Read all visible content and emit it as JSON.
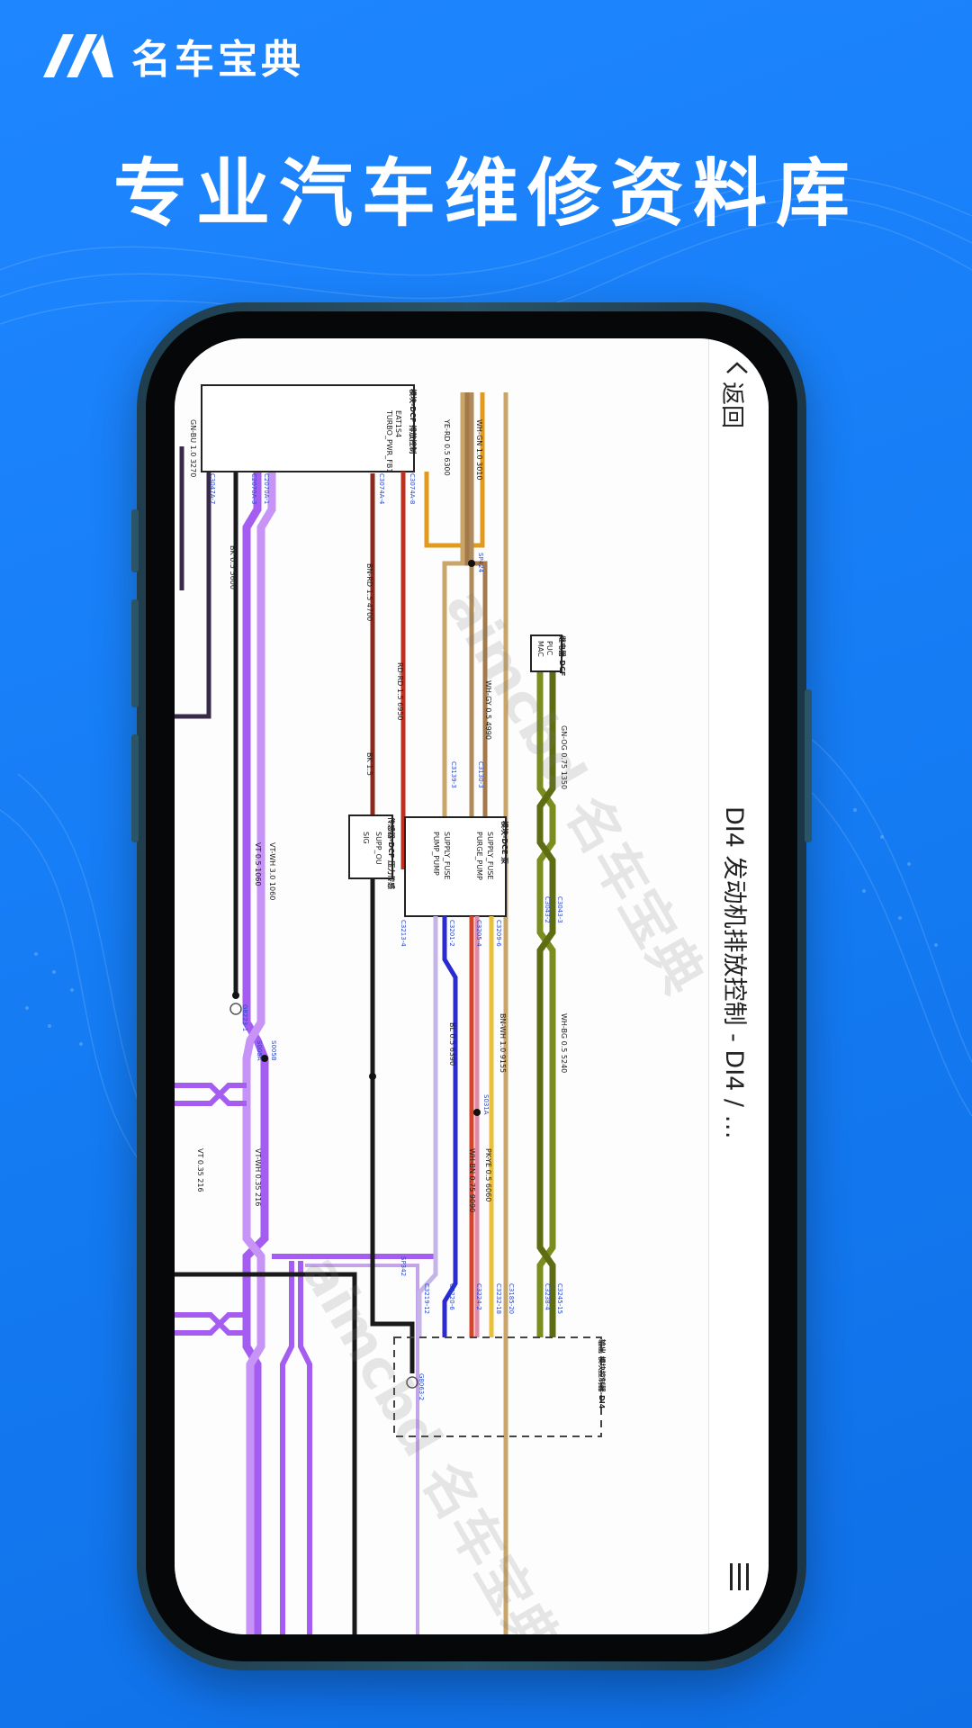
{
  "brand": {
    "name": "名车宝典",
    "logo_icon": "mc-logo-icon"
  },
  "headline": "专业汽车维修资料库",
  "app": {
    "back_label": "返回",
    "doc_title": "DI4 发动机排放控制 - DI4 / …",
    "menu_icon": "menu-icon"
  },
  "diagram": {
    "watermark_text": "aimcbd 名车宝典",
    "top_box_title": "模块-DCF 排放控制",
    "top_box_lines": [
      "EAT1S4",
      "TURBO_PWR_FB1"
    ],
    "sensor_box_title": "传感器-DCF 压力传感",
    "sensor_box_lines": [
      "SUPP_OU",
      "SIG"
    ],
    "module_box_title": "模块-DCE 泵",
    "module_box_lines": [
      "SUPPLY_FUSE",
      "PURGE_PUMP",
      "SUPPLY_FUSE",
      "PUMP_PUMP"
    ],
    "relay_box_title": "继电器-DCF",
    "relay_box_lines": [
      "PUC",
      "MAC"
    ],
    "bottom_box_title": "输出 模块控制器-DI4",
    "wire_labels": [
      "WH-GN 1.0 3010",
      "YE-RD 0.5 6300",
      "BN-RD 1.5 4700",
      "RD-RD 1.5 6950",
      "BK 1.5",
      "VT-WH 3.0 1060",
      "VT 0.5 1060",
      "BK 0.5 5600",
      "GN-BU 1.0 3270",
      "PK-YE 0.5 6060",
      "WH-BN 0.75 9090",
      "BN-WH 1.0 9155",
      "WH-BG 0.5 5240",
      "GN-OG 0.75 1350",
      "WH-GY 0.5 4990",
      "BL 0.5 6390",
      "VT-WH 0.35 216",
      "VT 0.35 216"
    ],
    "connector_labels": [
      "C2070A-1",
      "C2070A-3",
      "C3047A-7",
      "C3074A-4",
      "C3074A-8",
      "C3139-3",
      "C3130-3",
      "C3043-2",
      "C3043-3",
      "C3185-20",
      "C3201-2",
      "C3205-4",
      "C3209-6",
      "C3213-4",
      "C3219-12",
      "C3220-6",
      "C3224-2",
      "C3232-18",
      "C3238-4",
      "C3245-15"
    ],
    "splice_labels": [
      "SP424",
      "S005A",
      "S005B",
      "SP342",
      "S031A"
    ],
    "ground_labels": [
      "G8223-1",
      "G8063-2"
    ]
  },
  "colors": {
    "background": "#147bf3",
    "wire_purple": "#a55cf0",
    "wire_olive": "#7a8d1e",
    "wire_brown": "#8b5a3c",
    "wire_red": "#d6452a",
    "wire_orange": "#e39a1a",
    "wire_tan": "#c9a56a",
    "wire_blue": "#2a2ad0",
    "wire_dark": "#3a2a4a",
    "wire_pink": "#e08aa8",
    "wire_yellow": "#e8c03a",
    "connector_text": "#2a48c8"
  }
}
